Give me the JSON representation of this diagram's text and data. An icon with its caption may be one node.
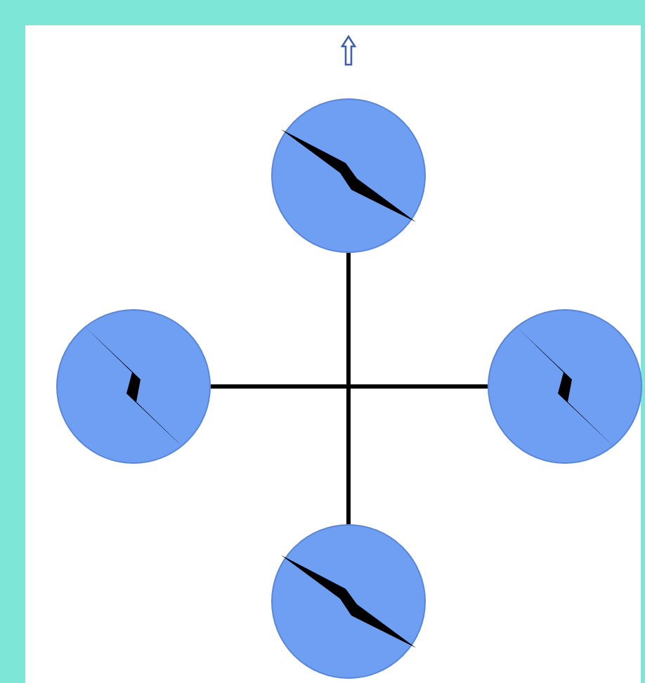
{
  "diagram": {
    "nodes": [
      {
        "text": [],
        "shape": "circle"
      },
      {
        "text": [],
        "shape": "circle"
      },
      {
        "text": [],
        "shape": "circle"
      },
      {
        "text": [],
        "shape": "circle"
      }
    ],
    "edges": [
      {
        "from": 0,
        "to": 3,
        "arrow": "none"
      },
      {
        "from": 1,
        "to": 2,
        "arrow": "none"
      }
    ]
  }
}
